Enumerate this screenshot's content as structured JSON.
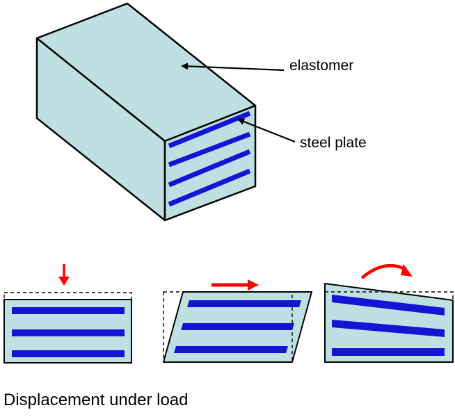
{
  "labels": {
    "elastomer": "elastomer",
    "steel_plate": "steel plate",
    "caption": "Displacement under load"
  },
  "colors": {
    "elastomer_fill": "#bfe0e3",
    "steel_plate": "#1414d4",
    "load_arrow": "#ff0000",
    "outline": "#000000"
  },
  "panels": [
    {
      "load_type": "compression",
      "arrow": "down-arrow-icon"
    },
    {
      "load_type": "shear",
      "arrow": "right-arrow-icon"
    },
    {
      "load_type": "rotation",
      "arrow": "curved-arrow-icon"
    }
  ]
}
